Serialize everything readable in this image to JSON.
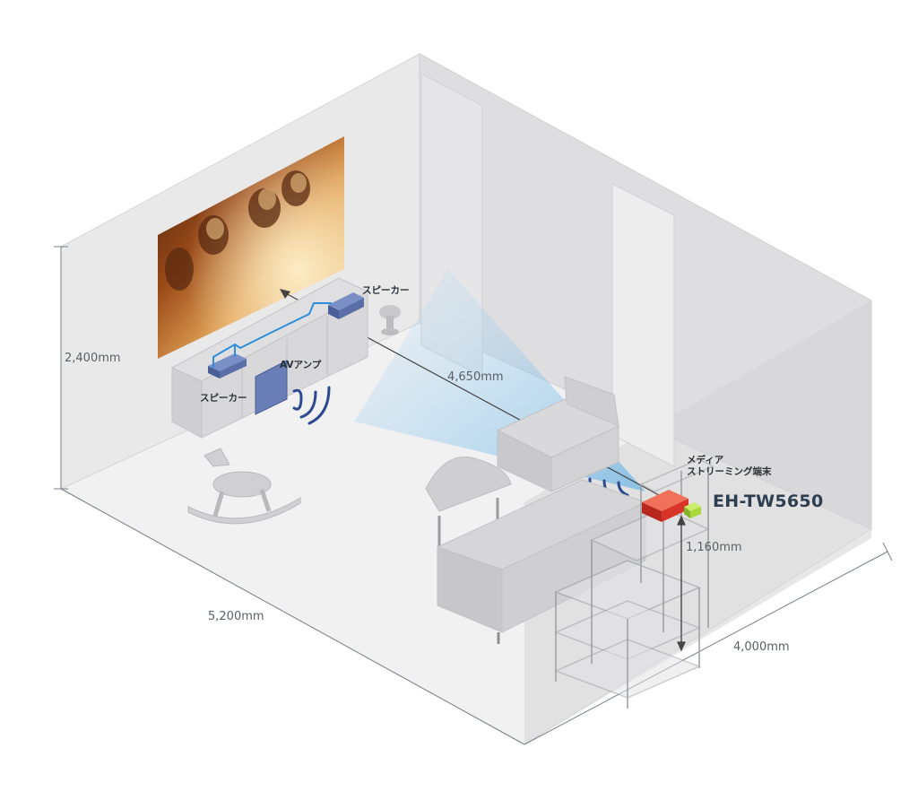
{
  "labels": {
    "height_dim": "2,400mm",
    "length_dim": "5,200mm",
    "width_dim": "4,000mm",
    "throw_dim": "4,650mm",
    "shelf_height_dim": "1,160mm",
    "speaker_right": "スピーカー",
    "speaker_left": "スピーカー",
    "av_amp": "AVアンプ",
    "media_line1": "メディア",
    "media_line2": "ストリーミング端末",
    "projector_model": "EH-TW5650"
  },
  "colors": {
    "wall_left": "#e9e9ea",
    "wall_back": "#dcdcdd",
    "wall_right": "#cfcfd1",
    "floor": "#f1f1f2",
    "furniture": "#d3d3d5",
    "furniture_dark": "#bdbdc0",
    "beam": "#6fb6e6",
    "device_blue": "#5a6fa6",
    "cable": "#2f8fdc",
    "projector": "#e03a2e",
    "streaming": "#a8d83a",
    "wifi": "#2d4a8f"
  },
  "icons": [
    "wifi-signal-icon",
    "arrow-icon"
  ]
}
